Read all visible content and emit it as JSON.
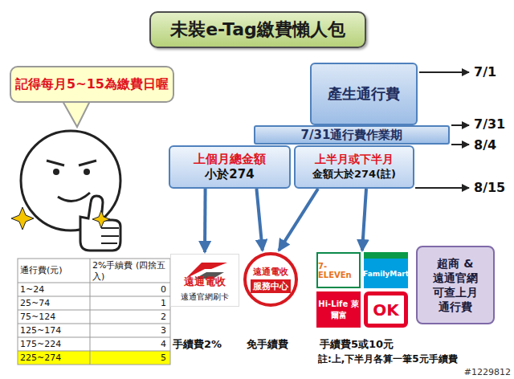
{
  "diagram": {
    "title": "未裝e-Tag繳費懶人包",
    "nodes": [
      {
        "text": [
          "記得每月5~15為繳費日喔"
        ]
      },
      {
        "text": [
          "產生通行費"
        ]
      },
      {
        "text": [
          "7/31通行費作業期"
        ]
      },
      {
        "text": [
          "上個月總金額",
          "小於274"
        ]
      },
      {
        "text": [
          "上半月或下半月",
          "金額大於274(註)"
        ]
      },
      {
        "text": [
          "遠通電收",
          "遠通官網刷卡"
        ]
      },
      {
        "text": [
          "遠通電收",
          "服務中心"
        ]
      },
      {
        "text": [
          "7-ELEVEn",
          "FamilyMart",
          "Hi-Life 萊爾富",
          "OK"
        ]
      },
      {
        "text": [
          "超商 & 遠通官網 可查上月 通行費"
        ]
      }
    ],
    "edges": [
      {
        "from": 3,
        "to": 5,
        "arrow": "to"
      },
      {
        "from": 3,
        "to": 6,
        "arrow": "to"
      },
      {
        "from": 4,
        "to": 6,
        "arrow": "to"
      },
      {
        "from": 4,
        "to": 7,
        "arrow": "to"
      }
    ],
    "labels": [
      "7/1",
      "7/31",
      "8/4",
      "8/15",
      "通行費(元)",
      "2%手續費 (四捨五入)",
      "1~24",
      "0",
      "25~74",
      "1",
      "75~124",
      "2",
      "125~174",
      "3",
      "175~224",
      "4",
      "225~274",
      "5",
      "手續費2%",
      "免手續費",
      "手續費5或10元",
      "註:上,下半月各算一筆5元手續費",
      "#1229812"
    ]
  }
}
